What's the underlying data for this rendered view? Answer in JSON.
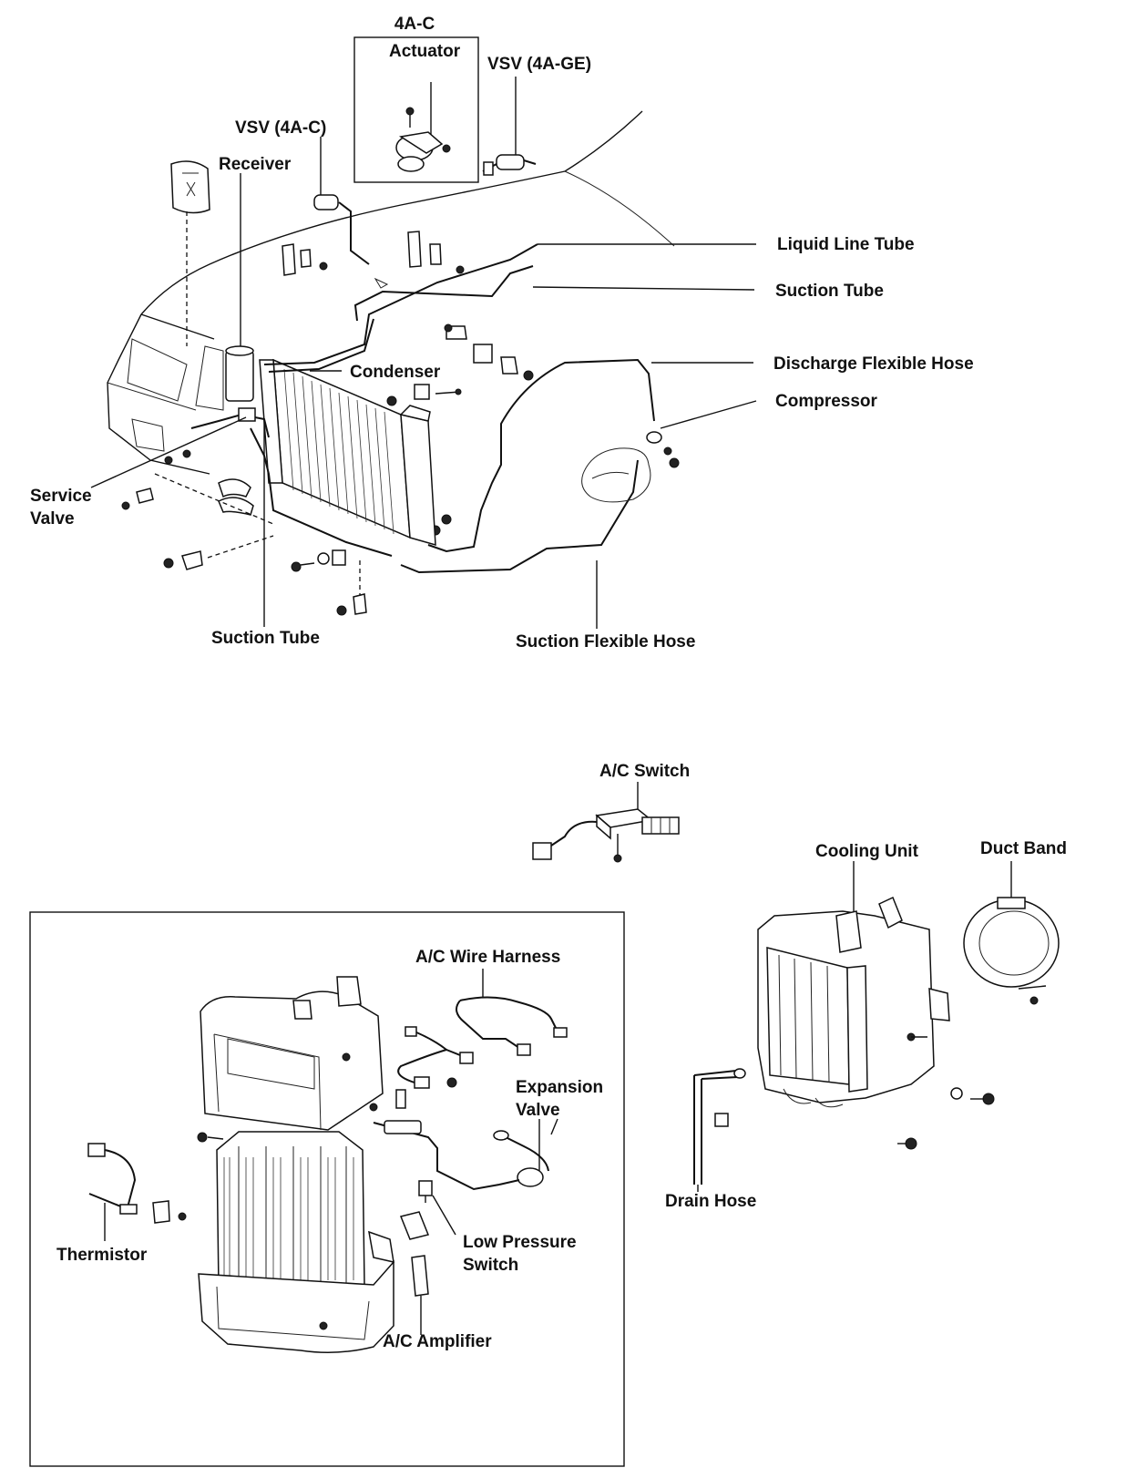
{
  "diagram": {
    "upper_section": {
      "actuator_box_title": "4A-C",
      "labels": {
        "actuator": "Actuator",
        "vsv_4age": "VSV (4A-GE)",
        "vsv_4ac": "VSV (4A-C)",
        "receiver": "Receiver",
        "liquid_line_tube": "Liquid Line Tube",
        "suction_tube_top": "Suction Tube",
        "discharge_flexible_hose": "Discharge Flexible Hose",
        "condenser": "Condenser",
        "compressor": "Compressor",
        "service_valve": "Service\nValve",
        "suction_tube_bottom": "Suction Tube",
        "suction_flexible_hose": "Suction Flexible Hose"
      }
    },
    "lower_section": {
      "labels": {
        "ac_switch": "A/C Switch",
        "cooling_unit": "Cooling Unit",
        "duct_band": "Duct Band",
        "ac_wire_harness": "A/C Wire Harness",
        "expansion_valve": "Expansion\nValve",
        "thermistor": "Thermistor",
        "low_pressure_switch": "Low Pressure\nSwitch",
        "ac_amplifier": "A/C Amplifier",
        "drain_hose": "Drain Hose"
      }
    }
  }
}
